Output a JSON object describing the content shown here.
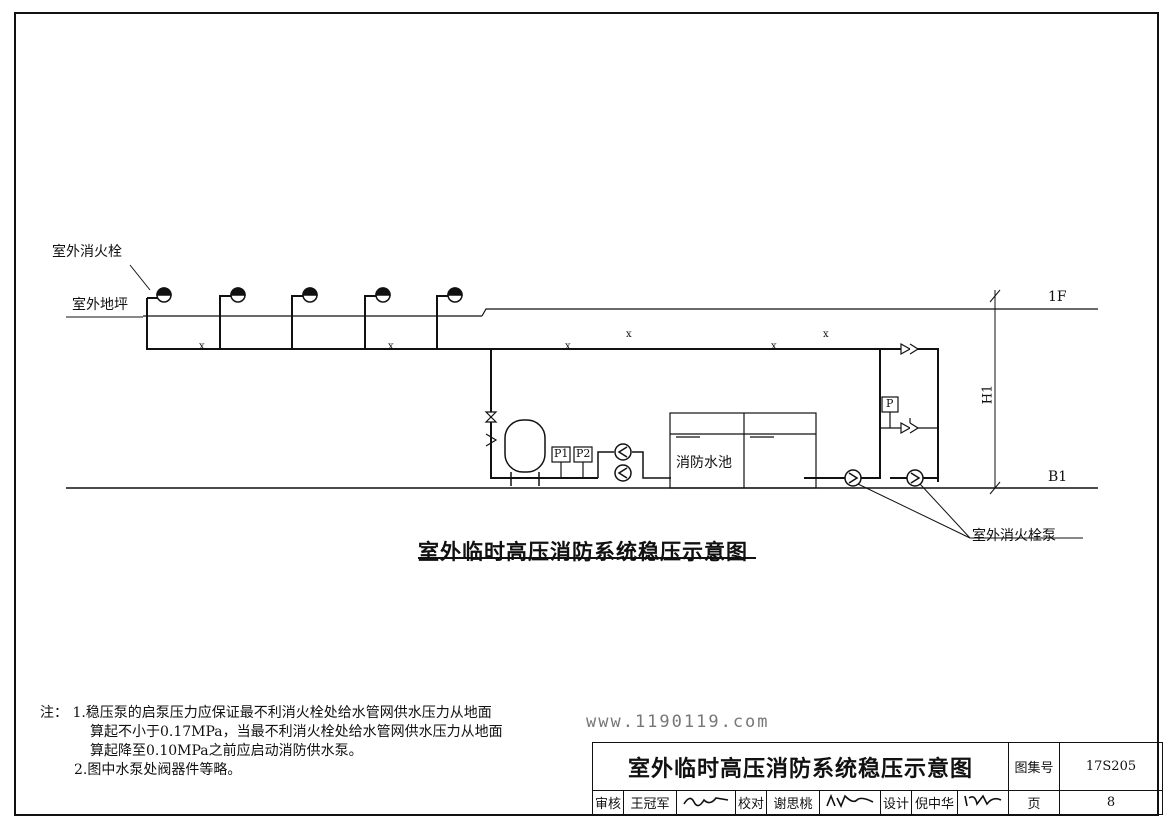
{
  "labels": {
    "hydrant": "室外消火栓",
    "ground": "室外地坪",
    "floor_top": "1F",
    "floor_bottom": "B1",
    "height": "H1",
    "pool": "消防水池",
    "pump": "室外消火栓泵",
    "gauge_p": "P",
    "gauge_p1": "P1",
    "gauge_p2": "P2",
    "valve_x": "x"
  },
  "caption": "室外临时高压消防系统稳压示意图",
  "notes": {
    "prefix": "注：",
    "line1": "1.稳压泵的启泵压力应保证最不利消火栓处给水管网供水压力从地面",
    "line2": "算起不小于0.17MPa，当最不利消火栓处给水管网供水压力从地面",
    "line3": "算起降至0.10MPa之前应启动消防供水泵。",
    "line4": "2.图中水泵处阀器件等略。"
  },
  "watermark": "www.1190119.com",
  "title_block": {
    "title": "室外临时高压消防系统稳压示意图",
    "atlas_label": "图集号",
    "atlas_no": "17S205",
    "review_label": "审核",
    "review_name": "王冠军",
    "review_sig": "王冠军",
    "check_label": "校对",
    "check_name": "谢思桃",
    "check_sig": "谢思桃",
    "design_label": "设计",
    "design_name": "倪中华",
    "design_sig": "倪中华",
    "page_label": "页",
    "page_no": "8"
  }
}
